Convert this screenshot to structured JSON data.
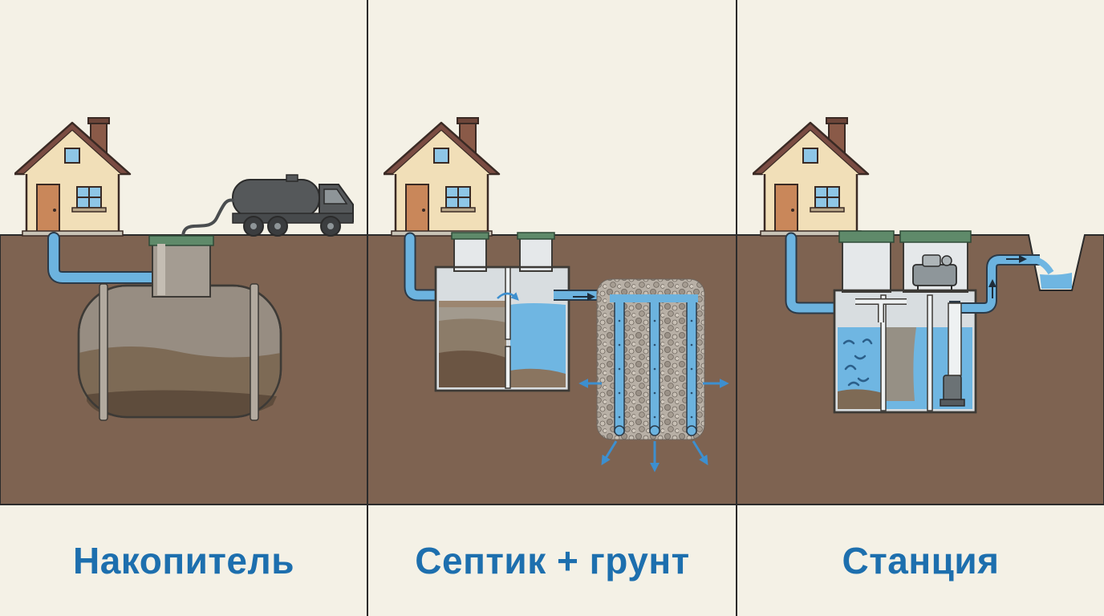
{
  "panels": [
    {
      "id": "storage-tank",
      "label": "Накопитель"
    },
    {
      "id": "septic-soil",
      "label": "Септик + грунт"
    },
    {
      "id": "treatment-station",
      "label": "Станция"
    }
  ],
  "colors": {
    "sky": "#f4f1e6",
    "soil": "#7e6351",
    "water": "#6fb6e2",
    "pipe": "#6cb3df",
    "caption": "#1d6fae",
    "divider": "#2b2b2b",
    "lid": "#5f8a6a",
    "truck": "#55585a"
  }
}
